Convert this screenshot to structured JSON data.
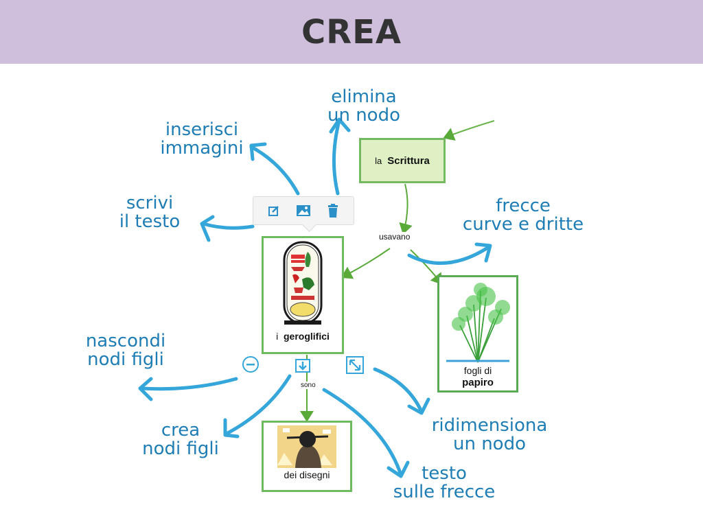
{
  "header": {
    "title": "CREA"
  },
  "labels": {
    "elimina": [
      "elimina",
      "un nodo"
    ],
    "inserisci": [
      "inserisci",
      "immagini"
    ],
    "scrivi": [
      "scrivi",
      "il testo"
    ],
    "frecce": [
      "frecce",
      "curve e dritte"
    ],
    "nascondi": [
      "nascondi",
      "nodi figli"
    ],
    "crea": [
      "crea",
      "nodi figli"
    ],
    "ridimensiona": [
      "ridimensiona",
      "un nodo"
    ],
    "testo": [
      "testo",
      "sulle frecce"
    ]
  },
  "nodes": {
    "scrittura": {
      "prefix": "la",
      "text": "Scrittura"
    },
    "geroglifici": {
      "prefix": "i",
      "text": "geroglifici"
    },
    "papiro": {
      "line1": "fogli di",
      "line2": "papiro"
    },
    "disegni": {
      "text": "dei disegni"
    }
  },
  "links": {
    "usavano": "usavano",
    "sono": "sono"
  },
  "colors": {
    "header_bg": "#cfbfdc",
    "label": "#1e7db5",
    "arrow": "#34a6d9",
    "link": "#5aaa3a",
    "node_border": "#6dbb5e"
  },
  "icons": {
    "toolbar": [
      "edit-icon",
      "image-icon",
      "trash-icon"
    ],
    "controls": [
      "collapse-icon",
      "add-child-icon",
      "resize-icon"
    ]
  }
}
